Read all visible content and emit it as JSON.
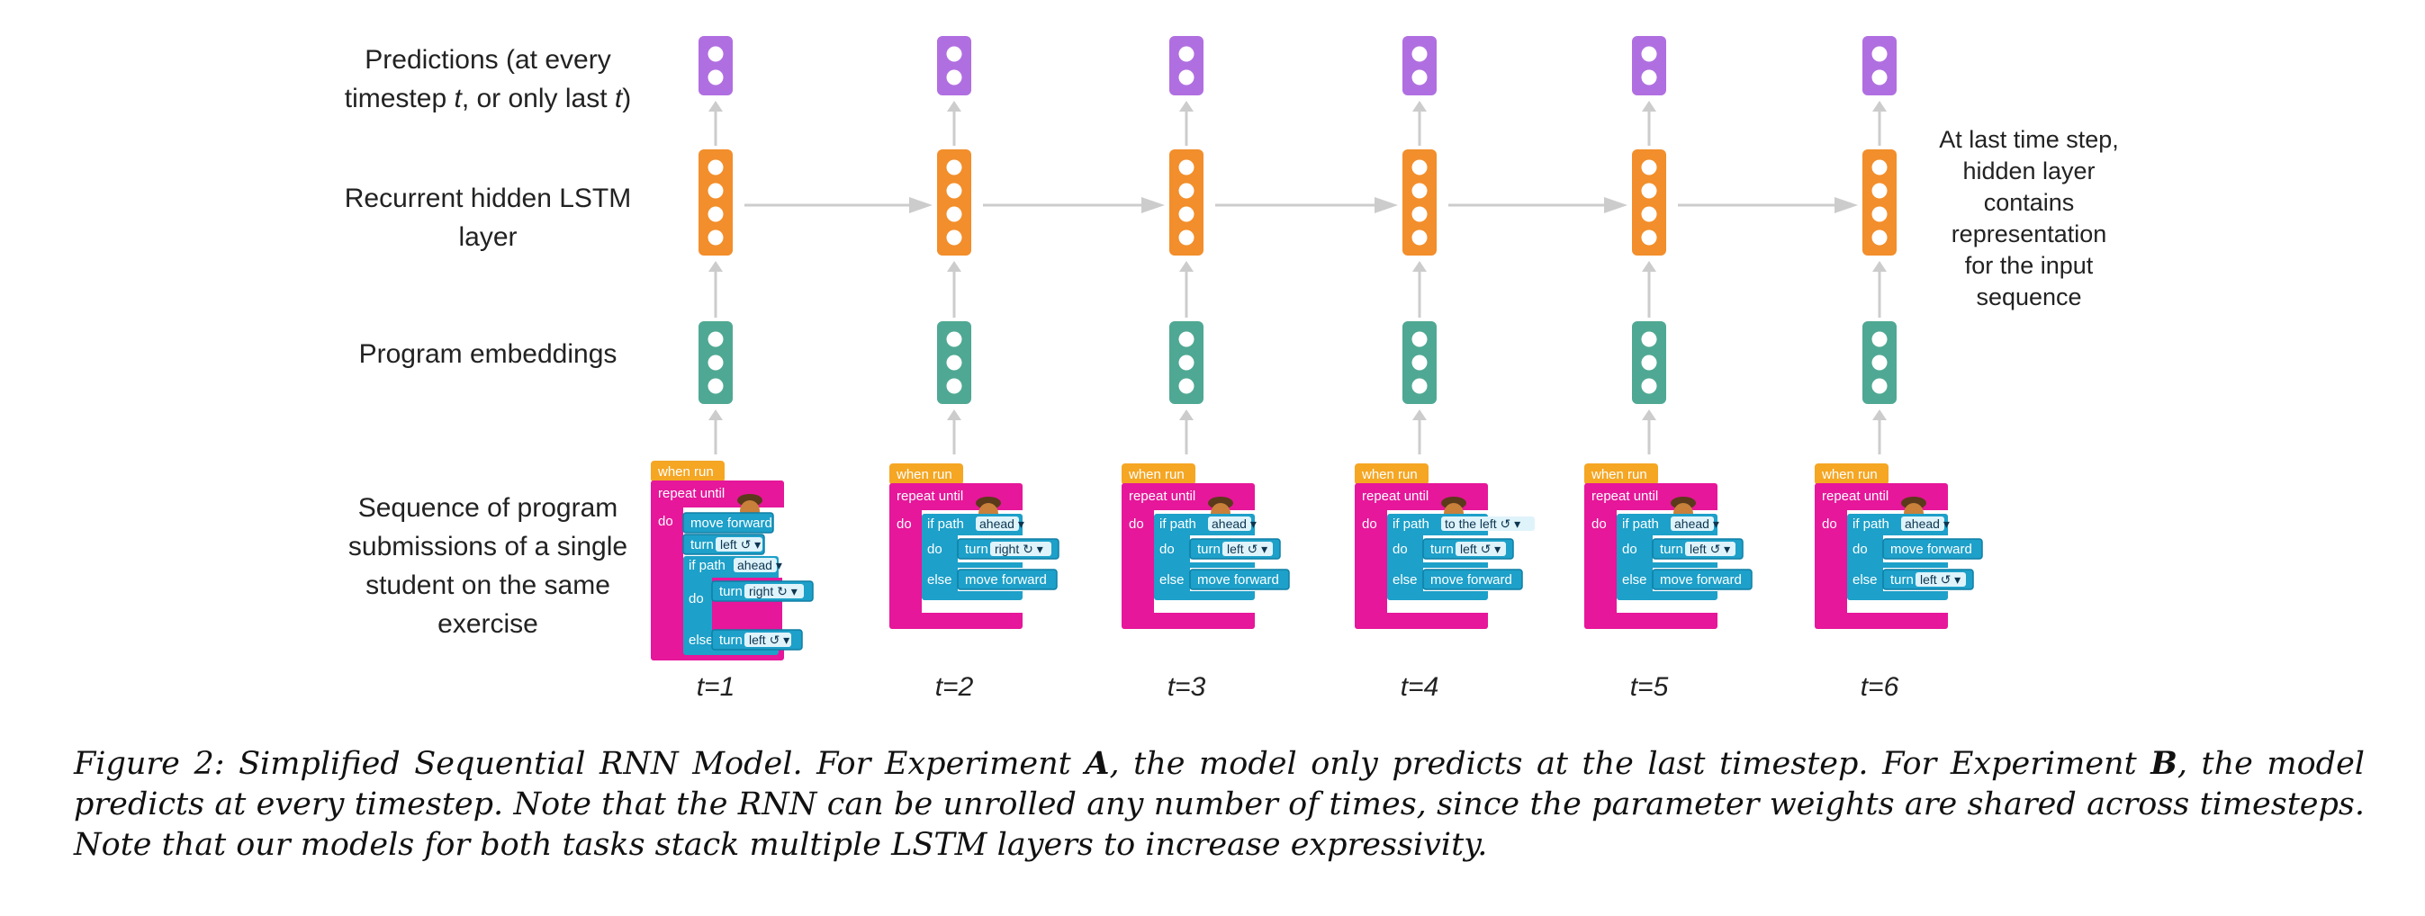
{
  "figure": {
    "row_labels": {
      "predictions": [
        "Predictions (at every",
        "timestep ",
        "t",
        ", or only last ",
        "t",
        ")"
      ],
      "hidden": [
        "Recurrent hidden LSTM",
        "layer"
      ],
      "embeddings": "Program embeddings",
      "sequence": [
        "Sequence of program",
        "submissions of a single",
        "student on the same",
        "exercise"
      ]
    },
    "side_note": [
      "At last time step,",
      "hidden layer",
      "contains",
      "representation",
      "for the input",
      "sequence"
    ],
    "timesteps": [
      "t=1",
      "t=2",
      "t=3",
      "t=4",
      "t=5",
      "t=6"
    ],
    "colors": {
      "prediction": "#b06fe0",
      "hidden": "#f28e2b",
      "embedding": "#4fa893",
      "arrow": "#cccccc",
      "when_run": "#f5a623",
      "repeat": "#e6179a",
      "block": "#1da0c9"
    },
    "blocks": {
      "when_run": "when run",
      "repeat_until": "repeat until",
      "do": "do",
      "else": "else",
      "move_forward": "move forward",
      "turn": "turn",
      "left": "left ↺ ▾",
      "right": "right ↻ ▾",
      "if_path": "if path",
      "ahead": "ahead ▾",
      "to_the_left": "to the left ↺ ▾"
    }
  },
  "caption": {
    "prefix": "Figure 2: Simplified Sequential RNN Model. For Experiment ",
    "exp_a": "A",
    "mid": ", the model only predicts at the last timestep. For Experiment ",
    "exp_b": "B",
    "suffix": ", the model predicts at every timestep. Note that the RNN can be unrolled any number of times, since the parameter weights are shared across timesteps. Note that our models for both tasks stack multiple LSTM layers to increase expressivity."
  }
}
